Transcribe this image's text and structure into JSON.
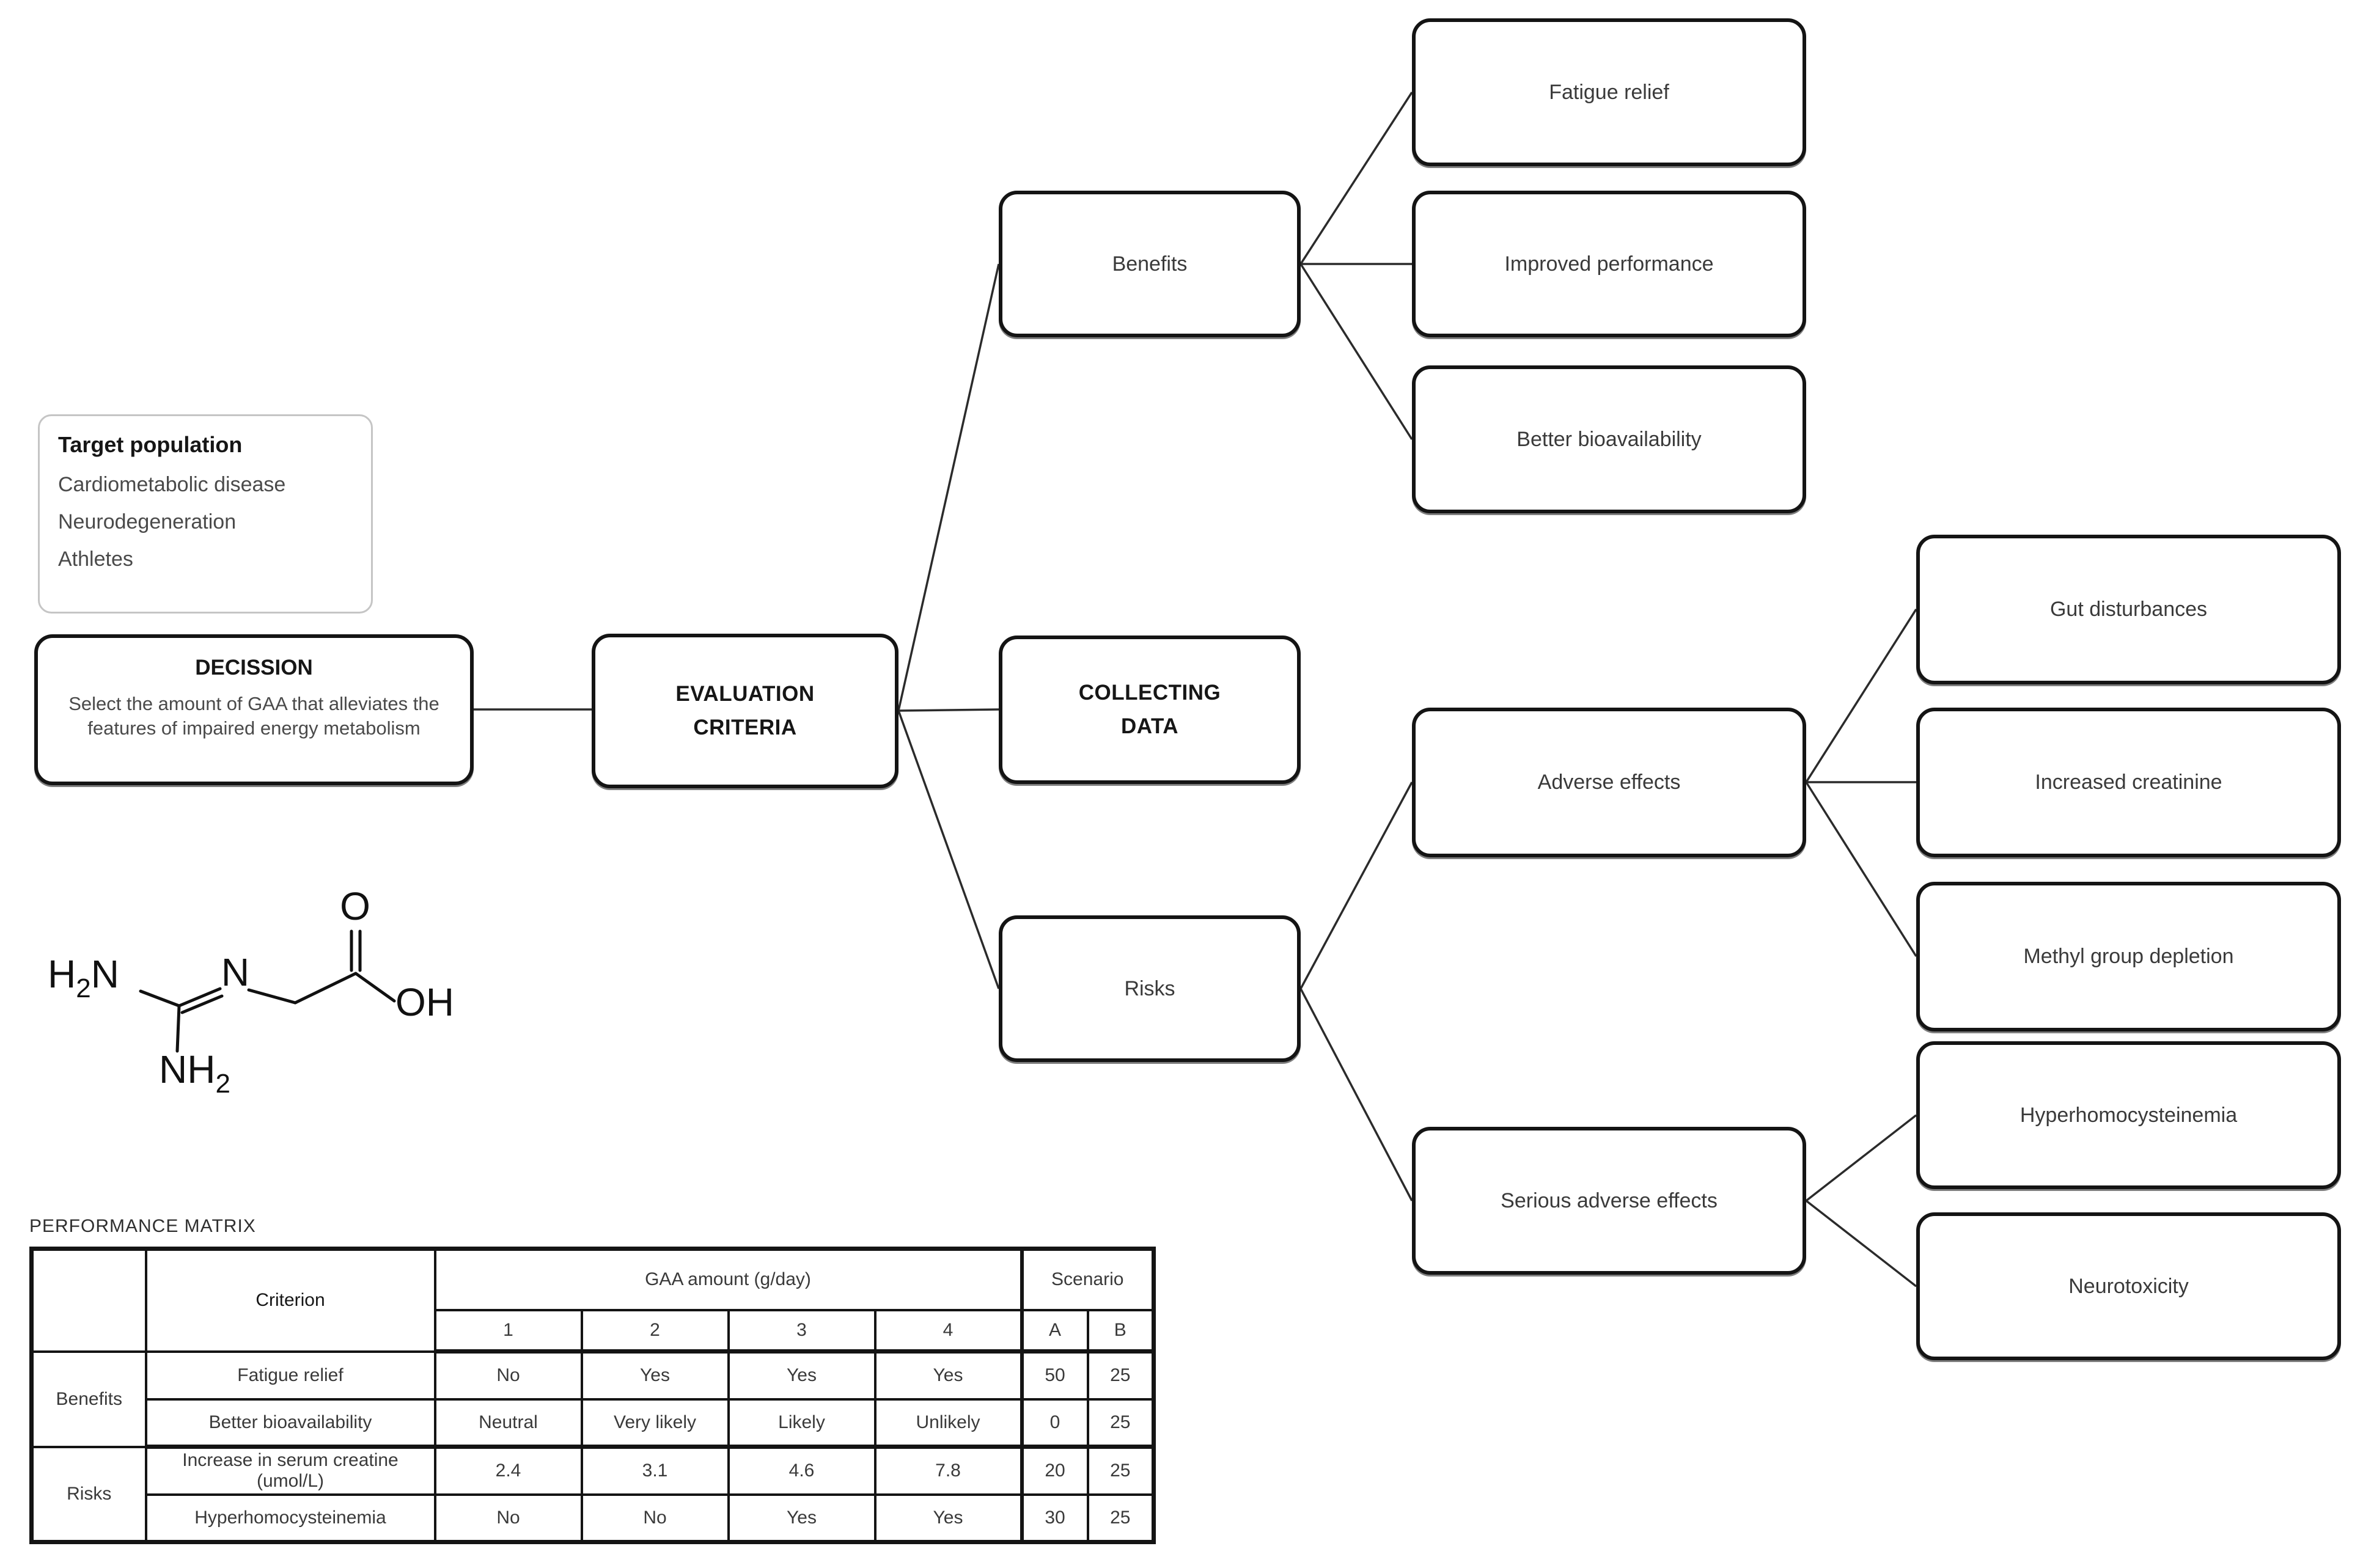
{
  "diagram": {
    "target_population": {
      "title": "Target population",
      "items": [
        "Cardiometabolic disease",
        "Neurodegeneration",
        "Athletes"
      ]
    },
    "decision": {
      "title": "DECISSION",
      "body": "Select the amount of GAA that alleviates the features of impaired energy metabolism"
    },
    "evaluation_criteria": {
      "label": "EVALUATION\nCRITERIA"
    },
    "collecting_data": {
      "label": "COLLECTING\nDATA"
    },
    "benefits": {
      "label": "Benefits"
    },
    "risks": {
      "label": "Risks"
    },
    "benefit_children": {
      "fatigue_relief": "Fatigue relief",
      "improved_performance": "Improved performance",
      "better_bioavailability": "Better bioavailability"
    },
    "risk_children": {
      "adverse_effects": "Adverse effects",
      "serious_adverse_effects": "Serious adverse effects"
    },
    "adverse_children": {
      "gut_disturbances": "Gut disturbances",
      "increased_creatinine": "Increased creatinine",
      "methyl_group_depletion": "Methyl group depletion"
    },
    "serious_children": {
      "hyperhomocysteinemia": "Hyperhomocysteinemia",
      "neurotoxicity": "Neurotoxicity"
    }
  },
  "molecule": {
    "name": "guanidinoacetic acid structure",
    "labels": {
      "h2n_main": "H",
      "h2n_sub": "2",
      "h2n_tail": "N",
      "n": "N",
      "nh2_main": "NH",
      "nh2_sub": "2",
      "o": "O",
      "oh": "OH"
    }
  },
  "performance_matrix": {
    "title": "PERFORMANCE MATRIX",
    "header": {
      "criterion": "Criterion",
      "gaa_amount": "GAA amount (g/day)",
      "scenario": "Scenario",
      "amount_columns": [
        "1",
        "2",
        "3",
        "4"
      ],
      "scenario_columns": [
        "A",
        "B"
      ]
    },
    "rows": [
      {
        "group": "Benefits",
        "criterion": "Fatigue relief",
        "values": [
          "No",
          "Yes",
          "Yes",
          "Yes",
          "50",
          "25"
        ]
      },
      {
        "group": "",
        "criterion": "Better bioavailability",
        "values": [
          "Neutral",
          "Very likely",
          "Likely",
          "Unlikely",
          "0",
          "25"
        ]
      },
      {
        "group": "Risks",
        "criterion": "Increase in serum creatine (umol/L)",
        "values": [
          "2.4",
          "3.1",
          "4.6",
          "7.8",
          "20",
          "25"
        ]
      },
      {
        "group": "",
        "criterion": "Hyperhomocysteinemia",
        "values": [
          "No",
          "No",
          "Yes",
          "Yes",
          "30",
          "25"
        ]
      }
    ]
  },
  "colors": {
    "box_border": "#141414",
    "box_text": "#3a3a3a",
    "muted_border": "#c5c5c5",
    "connector": "#2b2b2b"
  }
}
